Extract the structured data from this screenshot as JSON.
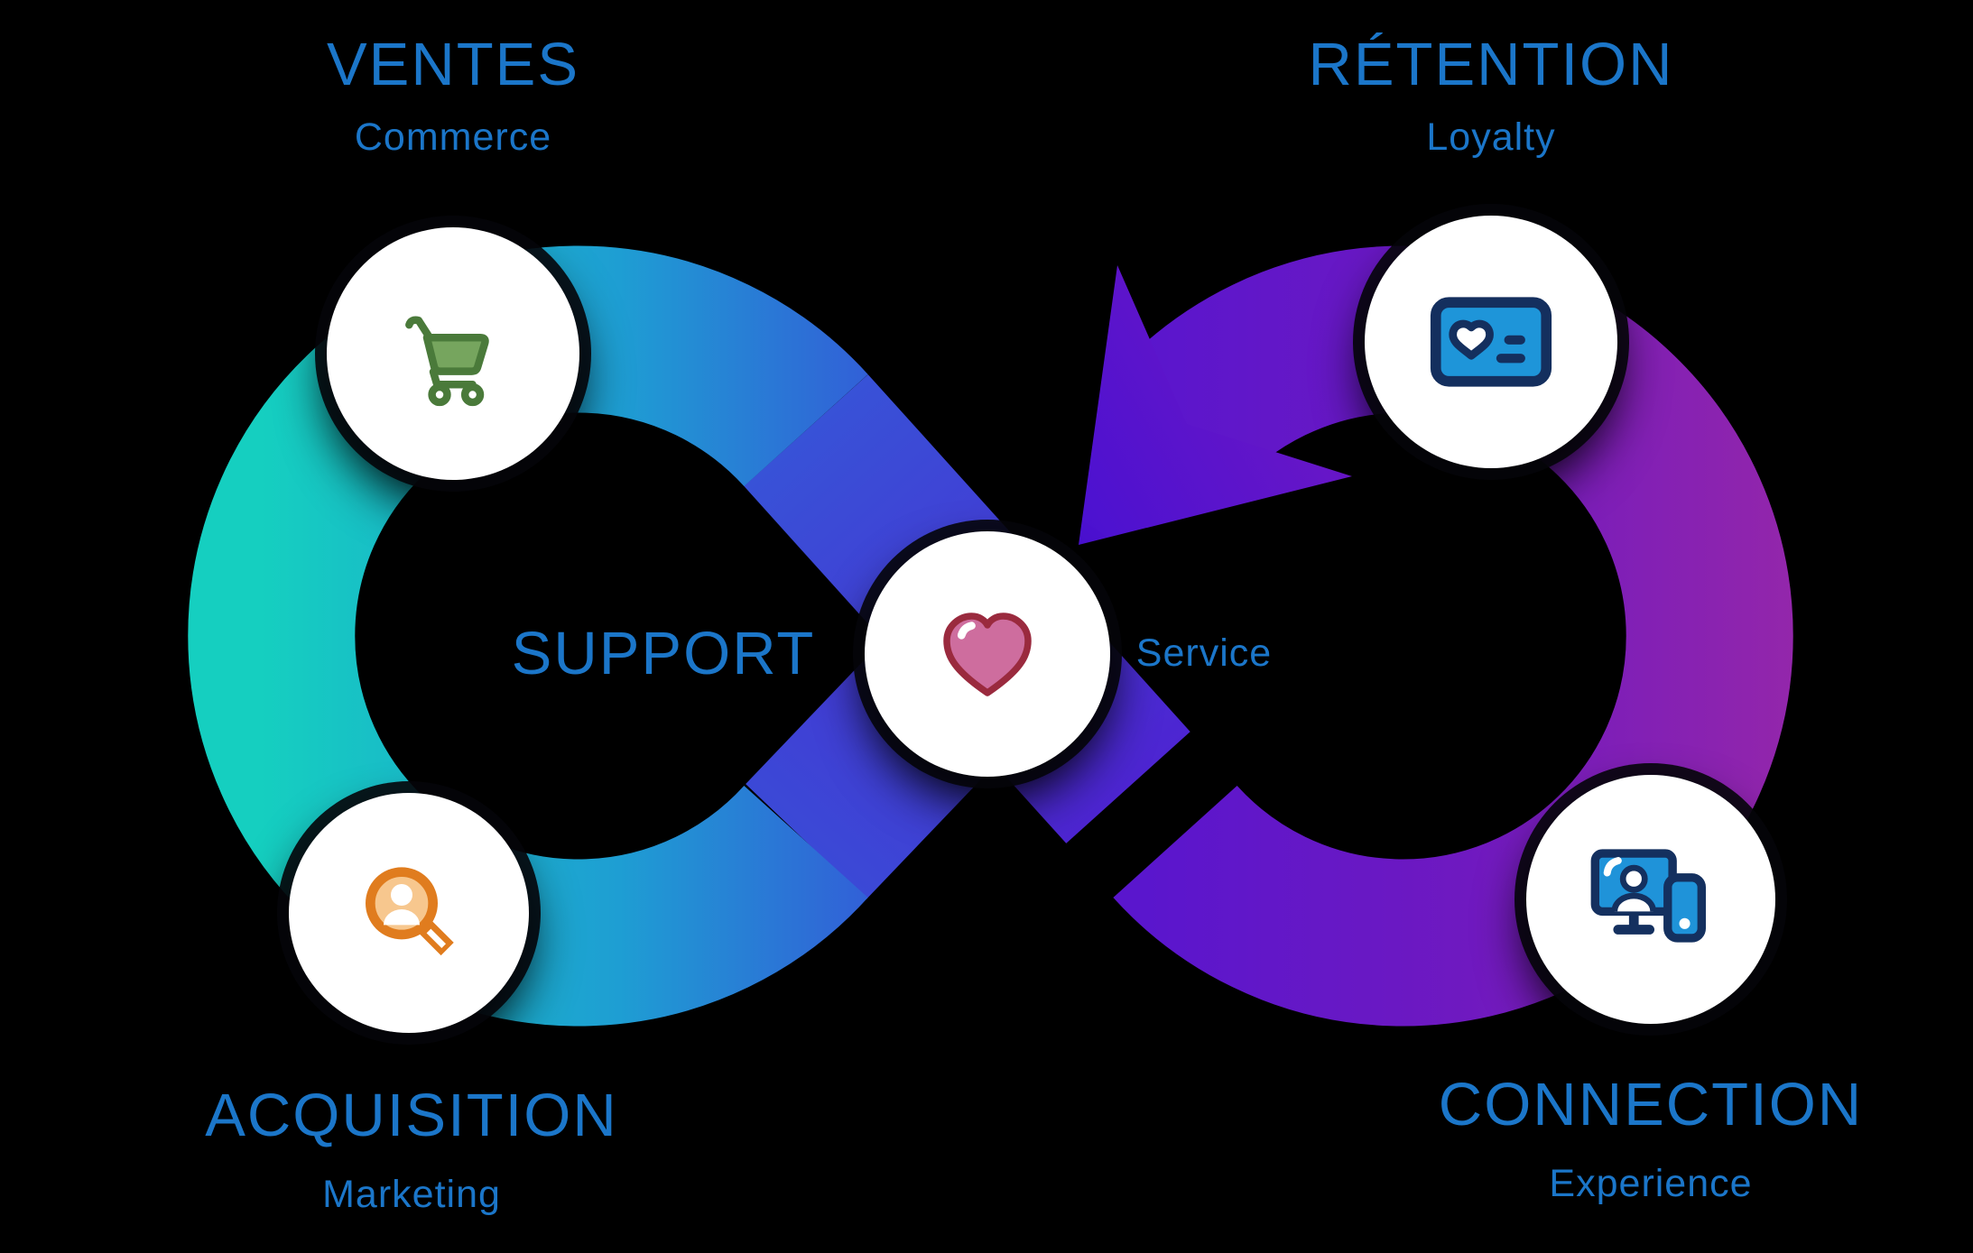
{
  "diagram": {
    "type": "infinity-customer-lifecycle",
    "background_color": "#000000",
    "label_color": "#1b76c9",
    "loop_gradient": {
      "teal": "#15cfc0",
      "blue": "#3555d8",
      "indigo": "#4d25d2",
      "violet": "#5a16cd",
      "magenta": "#9326ab"
    },
    "nodes": [
      {
        "id": "ventes",
        "title": "VENTES",
        "subtitle": "Commerce",
        "icon": "shopping-cart-icon",
        "icon_color": "#4a7a3a"
      },
      {
        "id": "retention",
        "title": "RÉTENTION",
        "subtitle": "Loyalty",
        "icon": "loyalty-card-icon",
        "icon_color": "#142f5e"
      },
      {
        "id": "support",
        "title": "SUPPORT",
        "subtitle": "Service",
        "icon": "heart-icon",
        "icon_color": "#9a2a3e"
      },
      {
        "id": "acquisition",
        "title": "ACQUISITION",
        "subtitle": "Marketing",
        "icon": "search-user-icon",
        "icon_color": "#e07c1e"
      },
      {
        "id": "connection",
        "title": "CONNECTION",
        "subtitle": "Experience",
        "icon": "devices-icon",
        "icon_color": "#14305f"
      }
    ]
  }
}
